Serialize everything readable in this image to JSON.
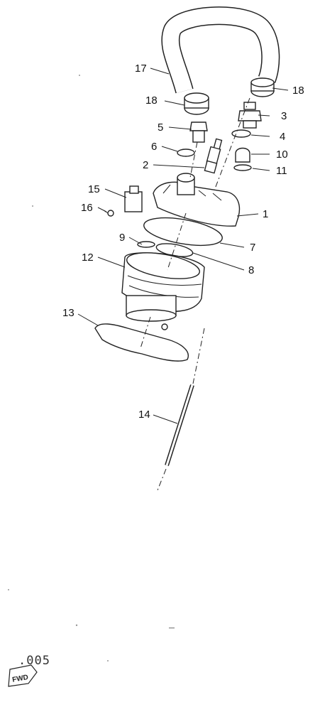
{
  "callouts": {
    "c1": "1",
    "c2": "2",
    "c3": "3",
    "c4": "4",
    "c5": "5",
    "c6": "6",
    "c7": "7",
    "c8": "8",
    "c9": "9",
    "c10": "10",
    "c11": "11",
    "c12": "12",
    "c13": "13",
    "c14": "14",
    "c15": "15",
    "c16": "16",
    "c17": "17",
    "c18a": "18",
    "c18b": "18"
  },
  "footer": {
    "code": ".005",
    "fwd_label": "FWD"
  }
}
